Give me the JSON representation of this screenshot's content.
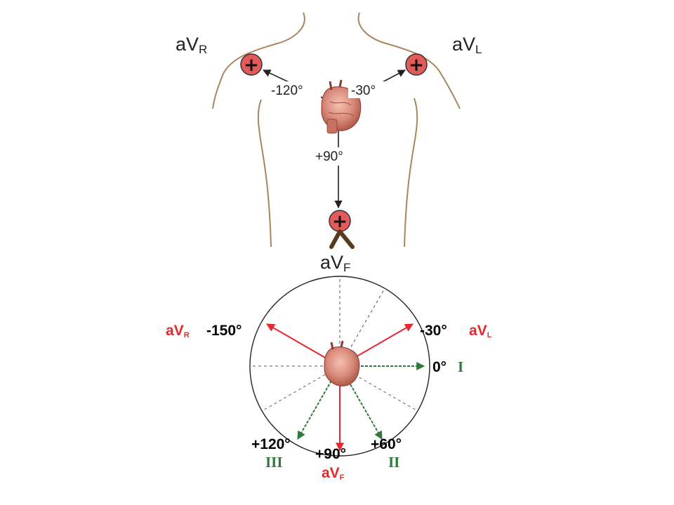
{
  "colors": {
    "body_outline": "#a8865e",
    "electrode_fill": "#e25a5a",
    "red_lead": "#e8262b",
    "green_lead": "#2e7a3a",
    "arrow_dark": "#222222",
    "leg": "#5a3a1c",
    "circle": "#222222",
    "heart": "#d98a7a"
  },
  "top_diagram": {
    "lead_avr": {
      "base": "aV",
      "sub": "R"
    },
    "lead_avl": {
      "base": "aV",
      "sub": "L"
    },
    "lead_avf": {
      "base": "aV",
      "sub": "F"
    },
    "angle_avr": "-120°",
    "angle_avl": "-30°",
    "angle_avf": "+90°",
    "electrode_symbol": "+"
  },
  "hexaxial": {
    "avr": {
      "name_base": "aV",
      "name_sub": "R",
      "angle": "-150°",
      "direction_deg": -150
    },
    "avl": {
      "angle": "-30°",
      "name_base": "aV",
      "name_sub": "L",
      "direction_deg": -30
    },
    "lead_i": {
      "angle": "0°",
      "name": "I",
      "direction_deg": 0
    },
    "lead_iii": {
      "angle": "+120°",
      "name": "III",
      "direction_deg": 120
    },
    "avf": {
      "angle": "+90°",
      "name_base": "aV",
      "name_sub": "F",
      "direction_deg": 90
    },
    "lead_ii": {
      "angle": "+60°",
      "name": "II",
      "direction_deg": 60
    },
    "dashed_axes_deg": [
      -90,
      -60,
      150,
      180,
      30
    ]
  }
}
